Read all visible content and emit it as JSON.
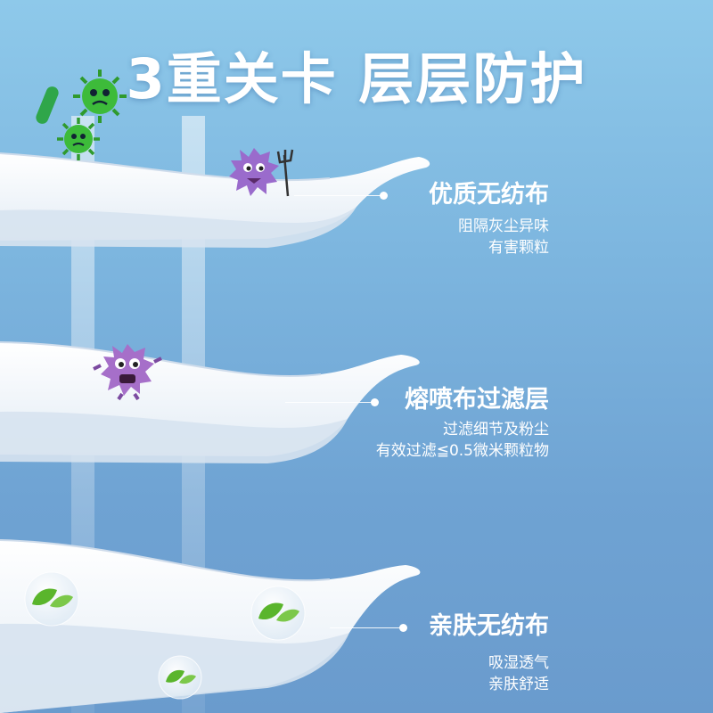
{
  "title": "3重关卡 层层防护",
  "layers": [
    {
      "heading": "优质无纺布",
      "lines": [
        "阻隔灰尘异味",
        "有害颗粒"
      ]
    },
    {
      "heading": "熔喷布过滤层",
      "lines": [
        "过滤细节及粉尘",
        "有效过滤≦0.5微米颗粒物"
      ]
    },
    {
      "heading": "亲肤无纺布",
      "lines": [
        "吸湿透气",
        "亲肤舒适"
      ]
    }
  ],
  "colors": {
    "background_top": "#8ec9ea",
    "background_bottom": "#6a9bcd",
    "text": "#ffffff",
    "germ_green": "#3dbb3a",
    "germ_purple": "#9a6bcc",
    "leaf_green": "#5ab52c"
  },
  "icons": [
    "green-virus-icon",
    "purple-germ-icon",
    "leaf-bubble-icon"
  ]
}
